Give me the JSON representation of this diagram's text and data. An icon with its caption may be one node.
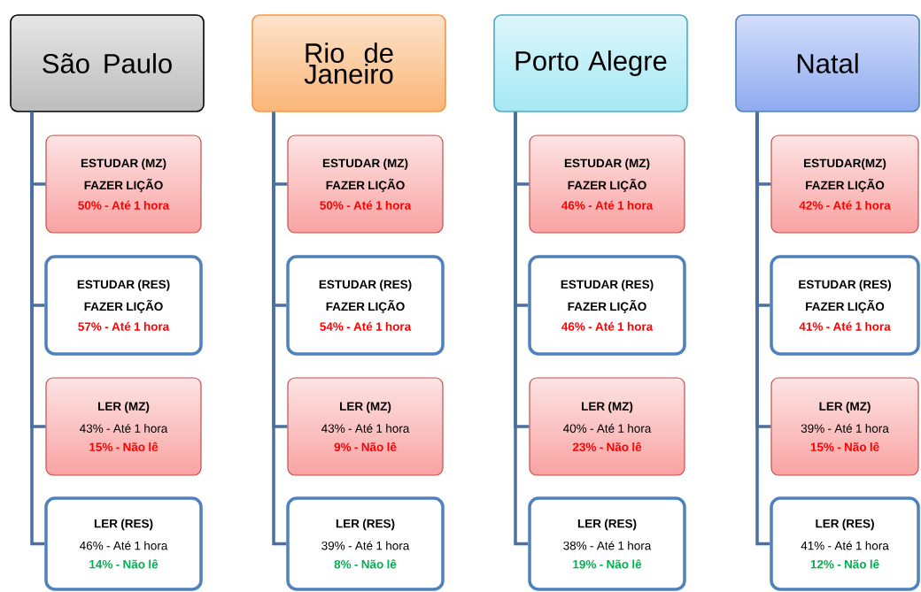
{
  "diagram": {
    "nodes": [
      {
        "text": [
          "São Paulo"
        ]
      },
      {
        "text": [
          "ESTUDAR (MZ)",
          "FAZER LIÇÃO",
          "50% - Até 1 hora"
        ]
      },
      {
        "text": [
          "ESTUDAR (RES)",
          "FAZER LIÇÃO",
          "57% - Até 1 hora"
        ]
      },
      {
        "text": [
          "LER (MZ)",
          "43% - Até 1 hora",
          "15% - Não lê"
        ]
      },
      {
        "text": [
          "LER (RES)",
          "46% - Até 1 hora",
          "14% - Não lê"
        ]
      },
      {
        "text": [
          "Rio de Janeiro"
        ]
      },
      {
        "text": [
          "ESTUDAR (MZ)",
          "FAZER LIÇÃO",
          "50% - Até 1 hora"
        ]
      },
      {
        "text": [
          "ESTUDAR (RES)",
          "FAZER LIÇÃO",
          "54% - Até 1 hora"
        ]
      },
      {
        "text": [
          "LER (MZ)",
          "43% - Até 1 hora",
          "9%  - Não lê"
        ]
      },
      {
        "text": [
          "LER (RES)",
          "39% - Até 1 hora",
          "8%  - Não lê"
        ]
      },
      {
        "text": [
          "Porto Alegre"
        ]
      },
      {
        "text": [
          "ESTUDAR (MZ)",
          "FAZER LIÇÃO",
          "46% - Até 1 hora"
        ]
      },
      {
        "text": [
          "ESTUDAR (RES)",
          "FAZER LIÇÃO",
          "46% - Até 1 hora"
        ]
      },
      {
        "text": [
          "LER (MZ)",
          "40% - Até 1 hora",
          "23% - Não lê"
        ]
      },
      {
        "text": [
          "LER (RES)",
          "38% - Até 1 hora",
          "19%  - Não lê"
        ]
      },
      {
        "text": [
          "Natal"
        ]
      },
      {
        "text": [
          "ESTUDAR(MZ)",
          "FAZER LIÇÃO",
          "42% - Até 1 hora"
        ]
      },
      {
        "text": [
          "ESTUDAR (RES)",
          "FAZER LIÇÃO",
          "41% - Até 1 hora"
        ]
      },
      {
        "text": [
          "LER (MZ)",
          "39% - Até 1 hora",
          "15% - Não lê"
        ]
      },
      {
        "text": [
          "LER (RES)",
          "41% - Até 1 hora",
          "12% - Não lê"
        ]
      }
    ],
    "edges": [
      {
        "from": 0,
        "to": 1,
        "arrow": "none"
      },
      {
        "from": 0,
        "to": 2,
        "arrow": "none"
      },
      {
        "from": 0,
        "to": 3,
        "arrow": "none"
      },
      {
        "from": 0,
        "to": 4,
        "arrow": "none"
      },
      {
        "from": 5,
        "to": 6,
        "arrow": "none"
      },
      {
        "from": 5,
        "to": 7,
        "arrow": "none"
      },
      {
        "from": 5,
        "to": 8,
        "arrow": "none"
      },
      {
        "from": 5,
        "to": 9,
        "arrow": "none"
      },
      {
        "from": 10,
        "to": 11,
        "arrow": "none"
      },
      {
        "from": 10,
        "to": 12,
        "arrow": "none"
      },
      {
        "from": 10,
        "to": 13,
        "arrow": "none"
      },
      {
        "from": 10,
        "to": 14,
        "arrow": "none"
      },
      {
        "from": 15,
        "to": 16,
        "arrow": "none"
      },
      {
        "from": 15,
        "to": 17,
        "arrow": "none"
      },
      {
        "from": 15,
        "to": 18,
        "arrow": "none"
      },
      {
        "from": 15,
        "to": 19,
        "arrow": "none"
      }
    ]
  }
}
